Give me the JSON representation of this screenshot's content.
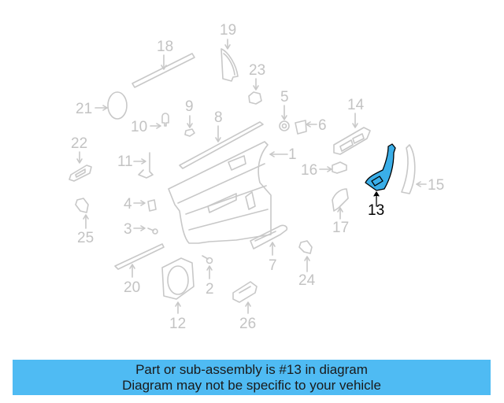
{
  "diagram": {
    "highlighted_part": "13",
    "colors": {
      "part_line": "#c8c8c8",
      "label": "#c3c3c3",
      "highlight_fill": "#3aaee8",
      "highlight_label": "#000000",
      "banner_bg": "#4fbbf3"
    },
    "callouts": [
      {
        "num": "1"
      },
      {
        "num": "2"
      },
      {
        "num": "3"
      },
      {
        "num": "4"
      },
      {
        "num": "5"
      },
      {
        "num": "6"
      },
      {
        "num": "7"
      },
      {
        "num": "8"
      },
      {
        "num": "9"
      },
      {
        "num": "10"
      },
      {
        "num": "11"
      },
      {
        "num": "12"
      },
      {
        "num": "13"
      },
      {
        "num": "14"
      },
      {
        "num": "15"
      },
      {
        "num": "16"
      },
      {
        "num": "17"
      },
      {
        "num": "18"
      },
      {
        "num": "19"
      },
      {
        "num": "20"
      },
      {
        "num": "21"
      },
      {
        "num": "22"
      },
      {
        "num": "23"
      },
      {
        "num": "24"
      },
      {
        "num": "25"
      },
      {
        "num": "26"
      }
    ]
  },
  "banner": {
    "line1": "Part or sub-assembly is #13 in diagram",
    "line2": "Diagram may not be specific to your vehicle"
  }
}
